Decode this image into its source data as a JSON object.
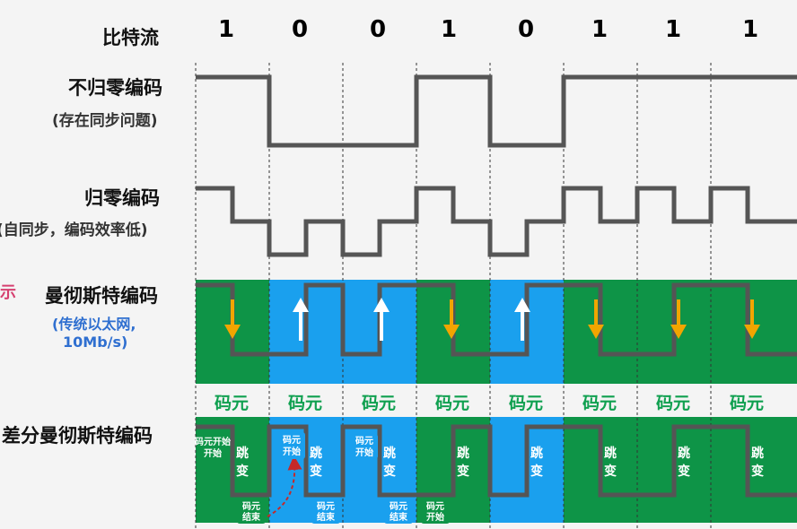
{
  "rows": {
    "bitstream_label": "比特流",
    "nrz_label": "不归零编码",
    "nrz_note": "(存在同步问题)",
    "rz_label": "归零编码",
    "rz_note": "(自同步，编码效率低)",
    "manchester_label": "曼彻斯特编码",
    "manchester_note_1": "(传统以太网,",
    "manchester_note_2": "10Mb/s)",
    "diff_manchester_label": "差分曼彻斯特编码",
    "edge_fragment": "示"
  },
  "bits": [
    "1",
    "0",
    "0",
    "1",
    "0",
    "1",
    "1",
    "1"
  ],
  "symbol_label": "码元",
  "annotations": {
    "symbol_start": "码元开始",
    "transition": "跳变",
    "symbol_end": "码元结束"
  },
  "colors": {
    "green": "#0e9447",
    "blue": "#1aa0ee",
    "signal": "#555555",
    "down_arrow": "#f2a500",
    "up_arrow": "#ffffff",
    "symbol_text": "#10a050"
  }
}
